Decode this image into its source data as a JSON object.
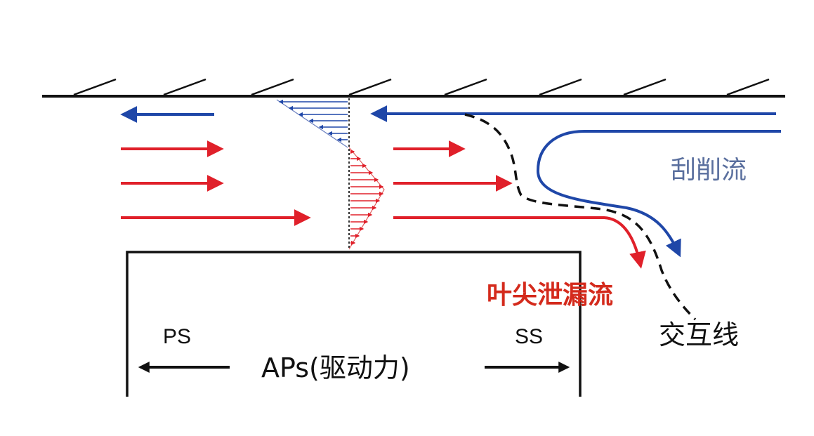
{
  "labels": {
    "scraping_flow": "刮削流",
    "tip_leakage_flow": "叶尖泄漏流",
    "interface_line": "交互线",
    "pressure_side": "PS",
    "suction_side": "SS",
    "driving_force": "APs(驱动力)"
  },
  "colors": {
    "wall": "#111111",
    "blue_flow": "#1f47a8",
    "red_flow": "#e0202a",
    "scrape_text": "#5a6f9e",
    "leak_text": "#d42a1c",
    "dark_text": "#111111"
  }
}
